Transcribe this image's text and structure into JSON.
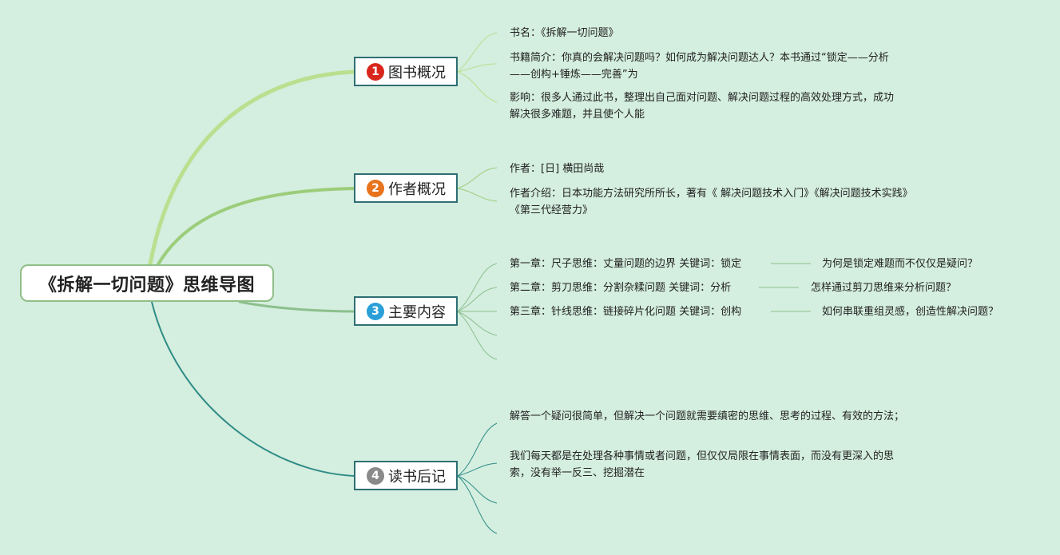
{
  "root": {
    "title": "《拆解一切问题》思维导图"
  },
  "colors": {
    "background": "#d4eedf",
    "branch1_line": "#b9e08f",
    "branch2_line": "#9ccd7a",
    "branch3_line": "#8cc08d",
    "branch4_line": "#2f8c86",
    "badge1": "#d9261c",
    "badge2": "#e8731c",
    "badge3": "#2a9fd8",
    "badge4": "#8a8a8a"
  },
  "branches": [
    {
      "number": "1",
      "label": "图书概况",
      "items": [
        "书名：《拆解一切问题》",
        "书籍简介：你真的会解决问题吗？如何成为解决问题达人？本书通过“锁定——分析——创构+锤炼——完善”为",
        "影响：很多人通过此书，整理出自己面对问题、解决问题过程的高效处理方式，成功解决很多难题，并且使个人能"
      ]
    },
    {
      "number": "2",
      "label": "作者概况",
      "items": [
        "作者：[日] 横田尚哉",
        "作者介绍：日本功能方法研究所所长，著有《 解决问题技术入门》《解决问题技术实践》《第三代经营力》"
      ]
    },
    {
      "number": "3",
      "label": "主要内容",
      "items": [
        {
          "text": "第一章：尺子思维：丈量问题的边界 关键词：锁定",
          "child": "为何是锁定难题而不仅仅是疑问？"
        },
        {
          "text": "第二章：剪刀思维：分割杂糅问题 关键词：分析",
          "child": "怎样通过剪刀思维来分析问题？"
        },
        {
          "text": "第三章：针线思维：链接碎片化问题 关键词：创构",
          "child": "如何串联重组灵感，创造性解决问题？"
        }
      ]
    },
    {
      "number": "4",
      "label": "读书后记",
      "items": [
        "解答一个疑问很简单，但解决一个问题就需要缜密的思维、思考的过程、有效的方法；",
        "我们每天都是在处理各种事情或者问题，但仅仅局限在事情表面，而没有更深入的思索，没有举一反三、挖掘潜在"
      ]
    }
  ]
}
